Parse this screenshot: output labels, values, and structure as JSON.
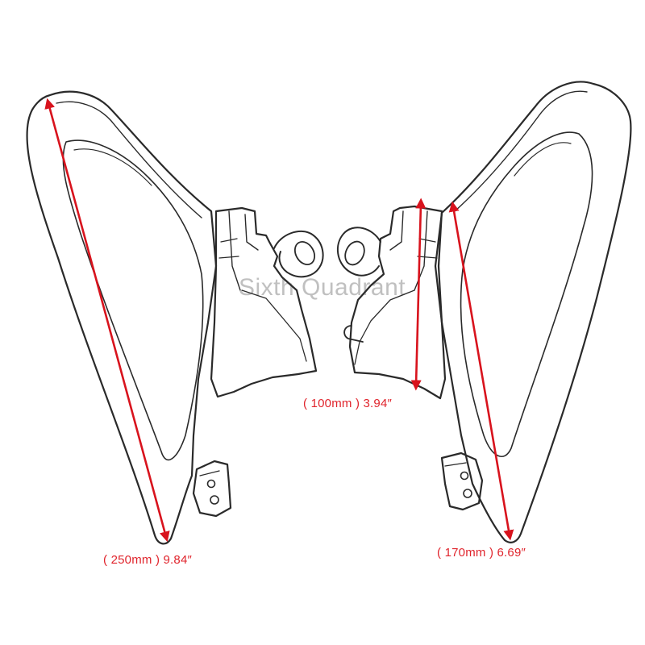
{
  "watermark": "Sixth Quadrant",
  "dimensions": {
    "left_length": "( 250mm ) 9.84″",
    "bracket_height": "( 100mm ) 3.94″",
    "right_length": "( 170mm ) 6.69″"
  },
  "colors": {
    "arrow": "#d8131d",
    "label": "#e0242c",
    "outline": "#2a2a2a"
  },
  "icons": {
    "left_deflector": "left-wind-deflector-icon",
    "right_deflector": "right-wind-deflector-icon"
  }
}
